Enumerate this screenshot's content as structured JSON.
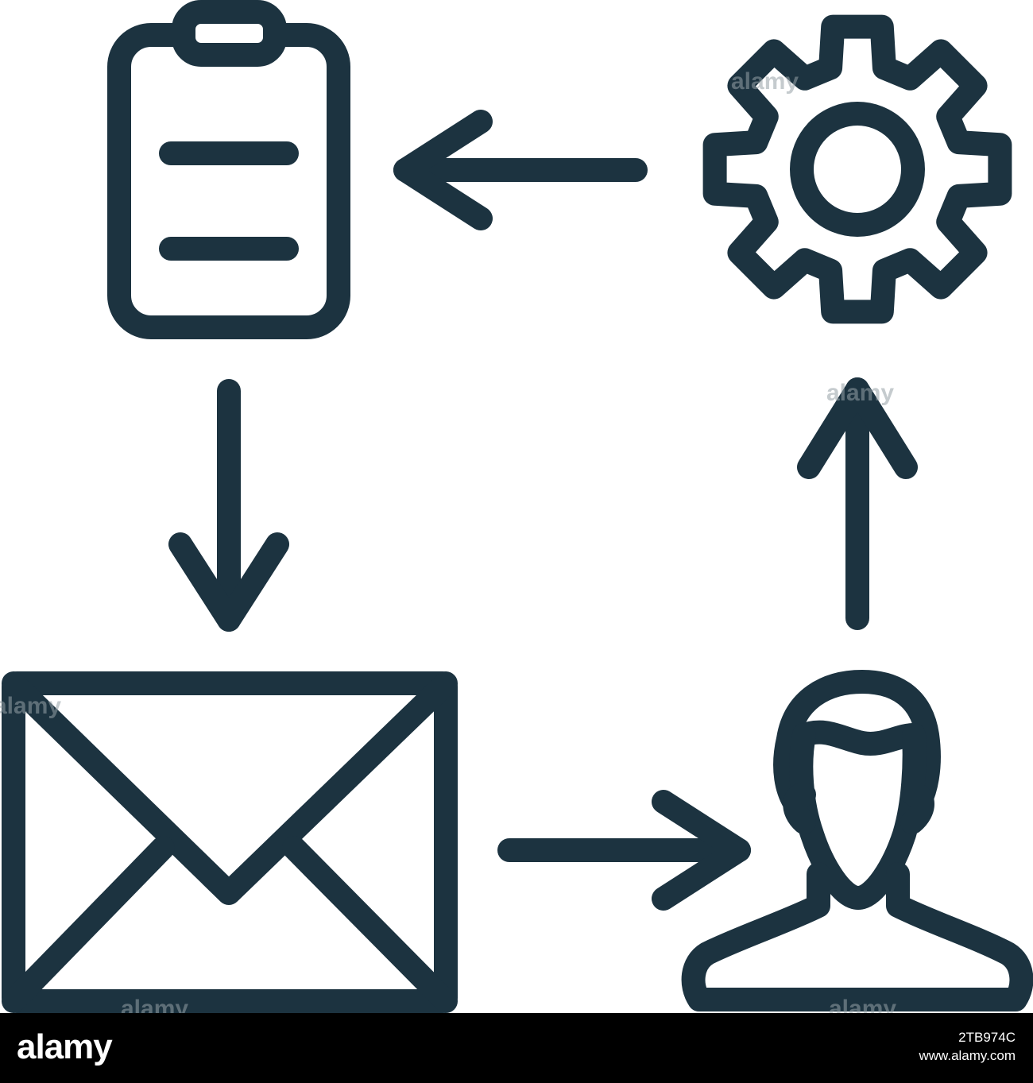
{
  "diagram": {
    "stroke_color": "#1c3340",
    "background_color": "#ffffff",
    "nodes": [
      {
        "name": "clipboard-icon"
      },
      {
        "name": "gear-icon"
      },
      {
        "name": "envelope-icon"
      },
      {
        "name": "user-icon"
      }
    ],
    "flow": [
      {
        "from": "gear-icon",
        "to": "clipboard-icon"
      },
      {
        "from": "clipboard-icon",
        "to": "envelope-icon"
      },
      {
        "from": "envelope-icon",
        "to": "user-icon"
      },
      {
        "from": "user-icon",
        "to": "gear-icon"
      }
    ]
  },
  "watermark": {
    "text": "alamy"
  },
  "footer": {
    "logo": "alamy",
    "image_id": "2TB974C",
    "site": "www.alamy.com",
    "background_color": "#000000"
  }
}
